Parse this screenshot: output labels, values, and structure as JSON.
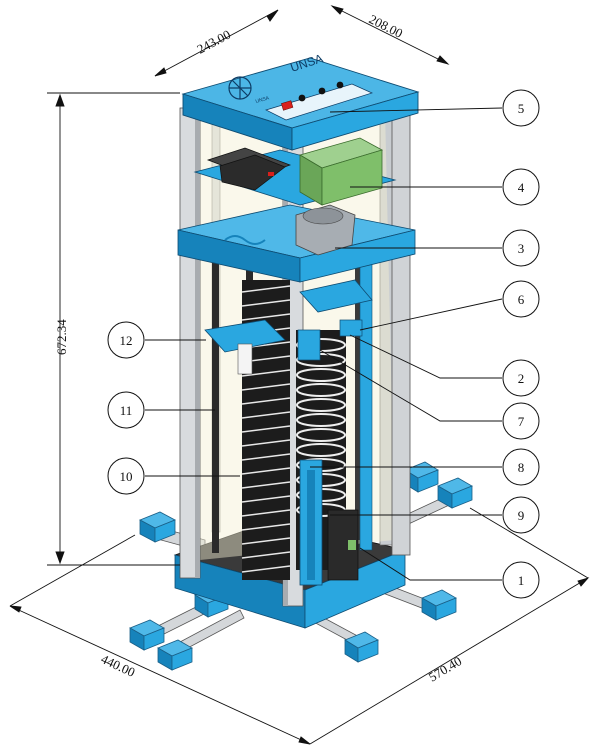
{
  "dimensions": {
    "top_depth": "243.00",
    "top_width": "208.00",
    "height": "672.34",
    "base_depth": "440.00",
    "base_width": "570.40"
  },
  "lid": {
    "logo_text": "UNSA",
    "badge_text": "UNSA"
  },
  "callouts": [
    "1",
    "2",
    "3",
    "4",
    "5",
    "6",
    "7",
    "8",
    "9",
    "10",
    "11",
    "12"
  ],
  "colors": {
    "body_blue": "#2aa7e0",
    "dark_blue": "#1683bb",
    "rail_grey": "#c8ccd0",
    "metal_dark": "#2a2a2a",
    "lid_text": "#0d3d66",
    "switch_red": "#d8201c",
    "display_green": "#7fbf6a"
  }
}
